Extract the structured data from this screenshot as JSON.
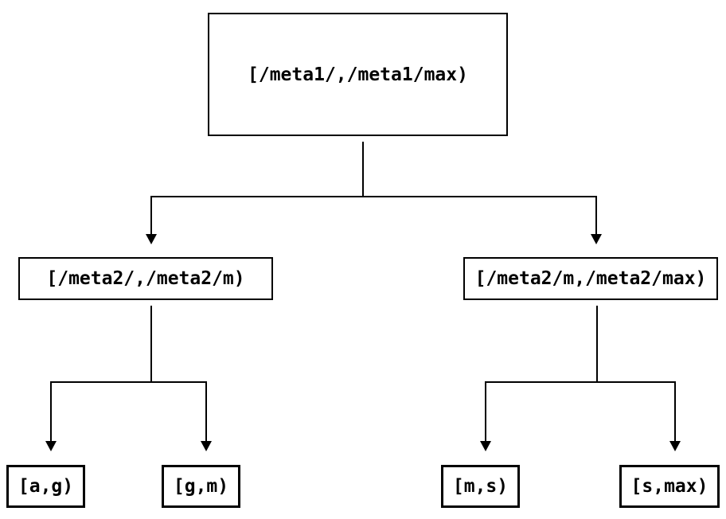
{
  "diagram": {
    "nodes": {
      "root": {
        "label": "[/meta1/,/meta1/max)"
      },
      "level1": [
        {
          "label": "[/meta2/,/meta2/m)"
        },
        {
          "label": "[/meta2/m,/meta2/max)"
        }
      ],
      "leaves": [
        {
          "label": "[a,g)"
        },
        {
          "label": "[g,m)"
        },
        {
          "label": "[m,s)"
        },
        {
          "label": "[s,max)"
        }
      ]
    },
    "colors": {
      "line": "#000000",
      "box_border": "#000000",
      "text": "#000000",
      "background": "#ffffff"
    }
  }
}
